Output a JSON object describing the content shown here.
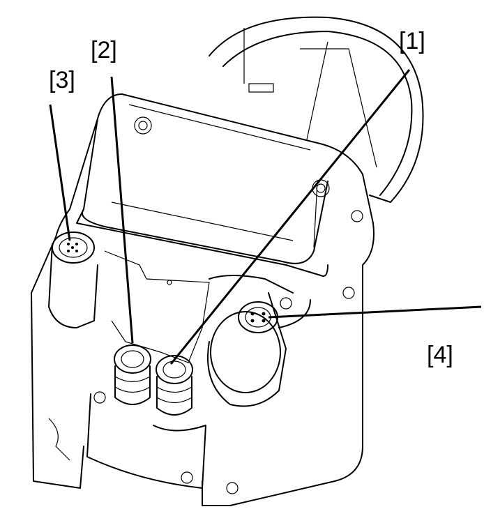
{
  "diagram": {
    "callouts": [
      {
        "id": "1",
        "text": "[1]"
      },
      {
        "id": "2",
        "text": "[2]"
      },
      {
        "id": "3",
        "text": "[3]"
      },
      {
        "id": "4",
        "text": "[4]"
      }
    ]
  }
}
